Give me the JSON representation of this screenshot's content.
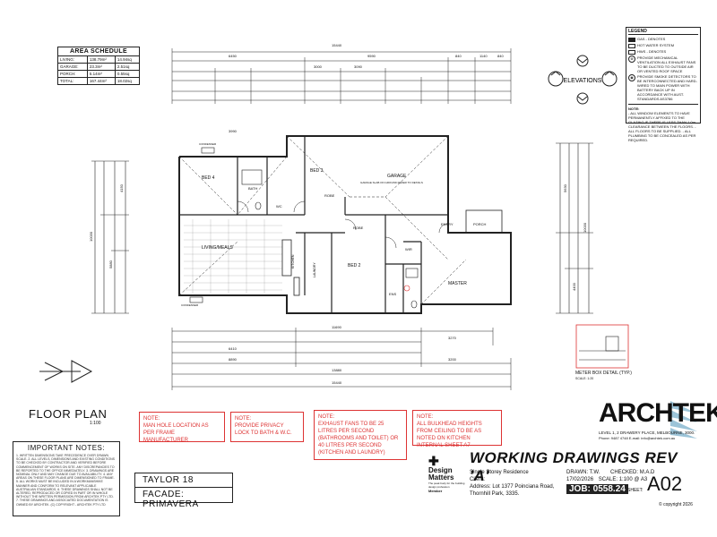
{
  "area_schedule": {
    "title": "AREA SCHEDULE",
    "rows": [
      {
        "label": "LIVING:",
        "m2": "138.79m²",
        "sq": "14.94sq"
      },
      {
        "label": "GARAGE:",
        "m2": "23.3m²",
        "sq": "2.51sq"
      },
      {
        "label": "PORCH:",
        "m2": "5.14m²",
        "sq": "0.55sq"
      },
      {
        "label": "TOTAL:",
        "m2": "167.44m²",
        "sq": "18.02sq"
      }
    ]
  },
  "legend": {
    "title": "LEGEND",
    "items": [
      {
        "label": "GAS - DENOTES"
      },
      {
        "label": "HOT WATER SYSTEM"
      },
      {
        "label": "HWS - DENOTES"
      },
      {
        "label": "PROVIDE MECHANICAL VENTILATION ALL EXHAUST FANS TO BE DUCTED TO OUTSIDE AIR OR VENTED ROOF SPACE"
      },
      {
        "label": "PROVIDE SMOKE DETECTORS TO BE INTERCONNECTED AND HARD-WIRED TO MAIN POWER WITH BATTERY BACK UP IN ACCORDANCE WITH AUST. STANDARDS AS3786"
      }
    ],
    "notes_title": "NOTE:",
    "notes": "- ALL WINDOW ELEMENTS TO HAVE PERMANENTLY AFFIXED TO THE GLAZING IF THERE IS LESS THAN 1.0m CLEARANCE BETWEEN THE FLOORS. - ALL FLOORS TO BE SUPPLIED. - ALL PLUMBING TO BE CONCEALED AS PER REQUIRED."
  },
  "elevations_label": "ELEVATIONS",
  "plan": {
    "rooms": [
      {
        "id": "bed4",
        "label": "BED 4"
      },
      {
        "id": "bath",
        "label": "BATH"
      },
      {
        "id": "wc",
        "label": "WC"
      },
      {
        "id": "bed3",
        "label": "BED 3"
      },
      {
        "id": "robe1",
        "label": "ROBE"
      },
      {
        "id": "garage",
        "label": "GARAGE"
      },
      {
        "id": "living",
        "label": "LIVING/MEALS"
      },
      {
        "id": "kitchen",
        "label": "KITCHEN"
      },
      {
        "id": "laundry",
        "label": "LAUNDRY"
      },
      {
        "id": "robe2",
        "label": "ROBE"
      },
      {
        "id": "bed2",
        "label": "BED 2"
      },
      {
        "id": "entry",
        "label": "ENTRY"
      },
      {
        "id": "porch",
        "label": "PORCH"
      },
      {
        "id": "master",
        "label": "MASTER"
      },
      {
        "id": "ens",
        "label": "ENS"
      },
      {
        "id": "wir",
        "label": "WIR"
      }
    ],
    "dims_top": [
      "15440",
      "6450",
      "9590",
      "840",
      "1140",
      "840",
      "3990",
      "3000",
      "3090"
    ],
    "dims_bottom": [
      "11690",
      "6410",
      "8890",
      "13880",
      "15440",
      "3270",
      "3200"
    ],
    "dims_left": [
      "10030",
      "5880",
      "4150"
    ],
    "dims_right": [
      "10030",
      "4400",
      "5630"
    ],
    "garage_note": "GARAGE SLAB ON GROUND REFER TO DETAILS",
    "condenser": "CONDENSER"
  },
  "meter_box": {
    "title": "METER BOX DETAIL (TYP.)",
    "scale": "SCALE: 1:20"
  },
  "floor_plan": {
    "title": "FLOOR PLAN",
    "scale": "1:100"
  },
  "red_notes": [
    "NOTE:\nMAN HOLE LOCATION AS PER FRAME MANUFACTURER",
    "NOTE:\nPROVIDE PRIVACY LOCK TO BATH & W.C.",
    "NOTE:\nEXHAUST FANS TO BE 25 LITRES PER SECOND (BATHROOMS AND TOILET) OR 40 LITRES PER SECOND (KITCHEN AND LAUNDRY)",
    "NOTE:\nALL BULKHEAD HEIGHTS FROM CEILING TO BE AS NOTED ON KITCHEN INTERNAL SHEET A7"
  ],
  "important_notes": {
    "title": "IMPORTANT NOTES:",
    "body": "1. WRITTEN DIMENSIONS TAKE PRECEDENCE OVER DRAWN SCALE. 2. ALL LEVELS, DIMENSIONS AND EXISTING CONDITIONS TO BE CHECKED BY CONTRACTOR AND VERIFIED BEFORE COMMENCEMENT OF WORKS ON SITE. ANY DISCREPANCIES TO BE REPORTED TO THE OFFICE IMMEDIATELY. 3. DRAWINGS ARE NOMINAL ONLY AND MAY CHANGE DUE TO AVAILABILITY. 4. ANY AREAS ON THESE FLOOR PLANS ARE DIMENSIONED TO FRAME. 5. ALL WORKS MUST BE INCLUDED IN A WORKMANSHIKE MANNER AND CONFORM TO RELEVANT APPLICABLE AUSTRALIAN STANDARDS. 6. THESE DRAWINGS SHALL NOT BE ALTERED, REPRODUCED OR COPIED IN PART OR IN WHOLE WITHOUT THE WRITTEN PERMISSION FROM ARCHTEK PTY LTD. 7. THESE DRAWINGS AND ASSOCIATED DOCUMENTATION IS OWNED BY ARCHTEK. (C) COPYRIGHT - ARCHTEK PTY LTD"
  },
  "project": {
    "name": "TAYLOR 18",
    "facade": "FACADE: PRIMAVERA"
  },
  "title_block": {
    "heading": "WORKING DRAWINGS REV 'A'",
    "project_type": "Single Storey Residence",
    "client": "Client:",
    "address": "Address: Lot 1377 Poinciana Road, Thornhill Park, 3335.",
    "drawn": "DRAWN:  T.W.",
    "checked": "CHECKED: M.A.D",
    "date": "17/02/2026",
    "scale": "SCALE: 1:100 @ A3",
    "job": "JOB: 0558.24",
    "sheet_label": "SHEET:",
    "sheet": "A02",
    "copyright": "© copyright 2026"
  },
  "design_matters": {
    "line1": "Design",
    "line2": "Matters",
    "tag": "The peak body for the building design profession",
    "member": "Member"
  },
  "archtek": {
    "name": "ARCHTEK",
    "address": "LEVEL 1, 2 DRAWERY PLACE, MELBOURNE, 3000.",
    "contact": "Phone: 9487 4748  E-mail: info@archtek.com.au"
  }
}
